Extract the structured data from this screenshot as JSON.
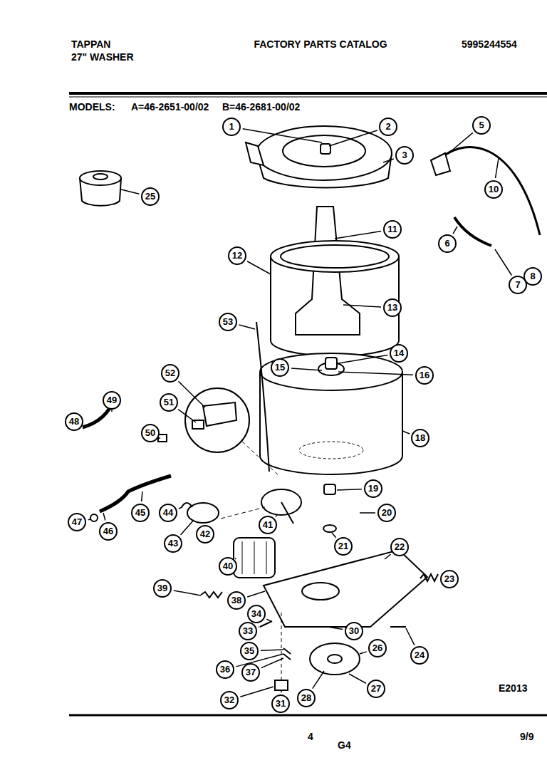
{
  "diagram": {
    "title": "FACTORY PARTS CATALOG",
    "labels": [
      "TAPPAN",
      "27\" WASHER",
      "5995244554",
      "MODELS:",
      "A=46-2651-00/02",
      "B=46-2681-00/02",
      "E2013",
      "4",
      "G4",
      "9/9",
      "1",
      "2",
      "3",
      "5",
      "6",
      "7",
      "8",
      "10",
      "11",
      "12",
      "13",
      "14",
      "15",
      "16",
      "18",
      "19",
      "20",
      "21",
      "22",
      "23",
      "24",
      "25",
      "26",
      "27",
      "28",
      "30",
      "31",
      "32",
      "33",
      "34",
      "35",
      "36",
      "37",
      "38",
      "39",
      "40",
      "41",
      "42",
      "43",
      "44",
      "45",
      "46",
      "47",
      "48",
      "49",
      "50",
      "51",
      "52",
      "53"
    ]
  }
}
